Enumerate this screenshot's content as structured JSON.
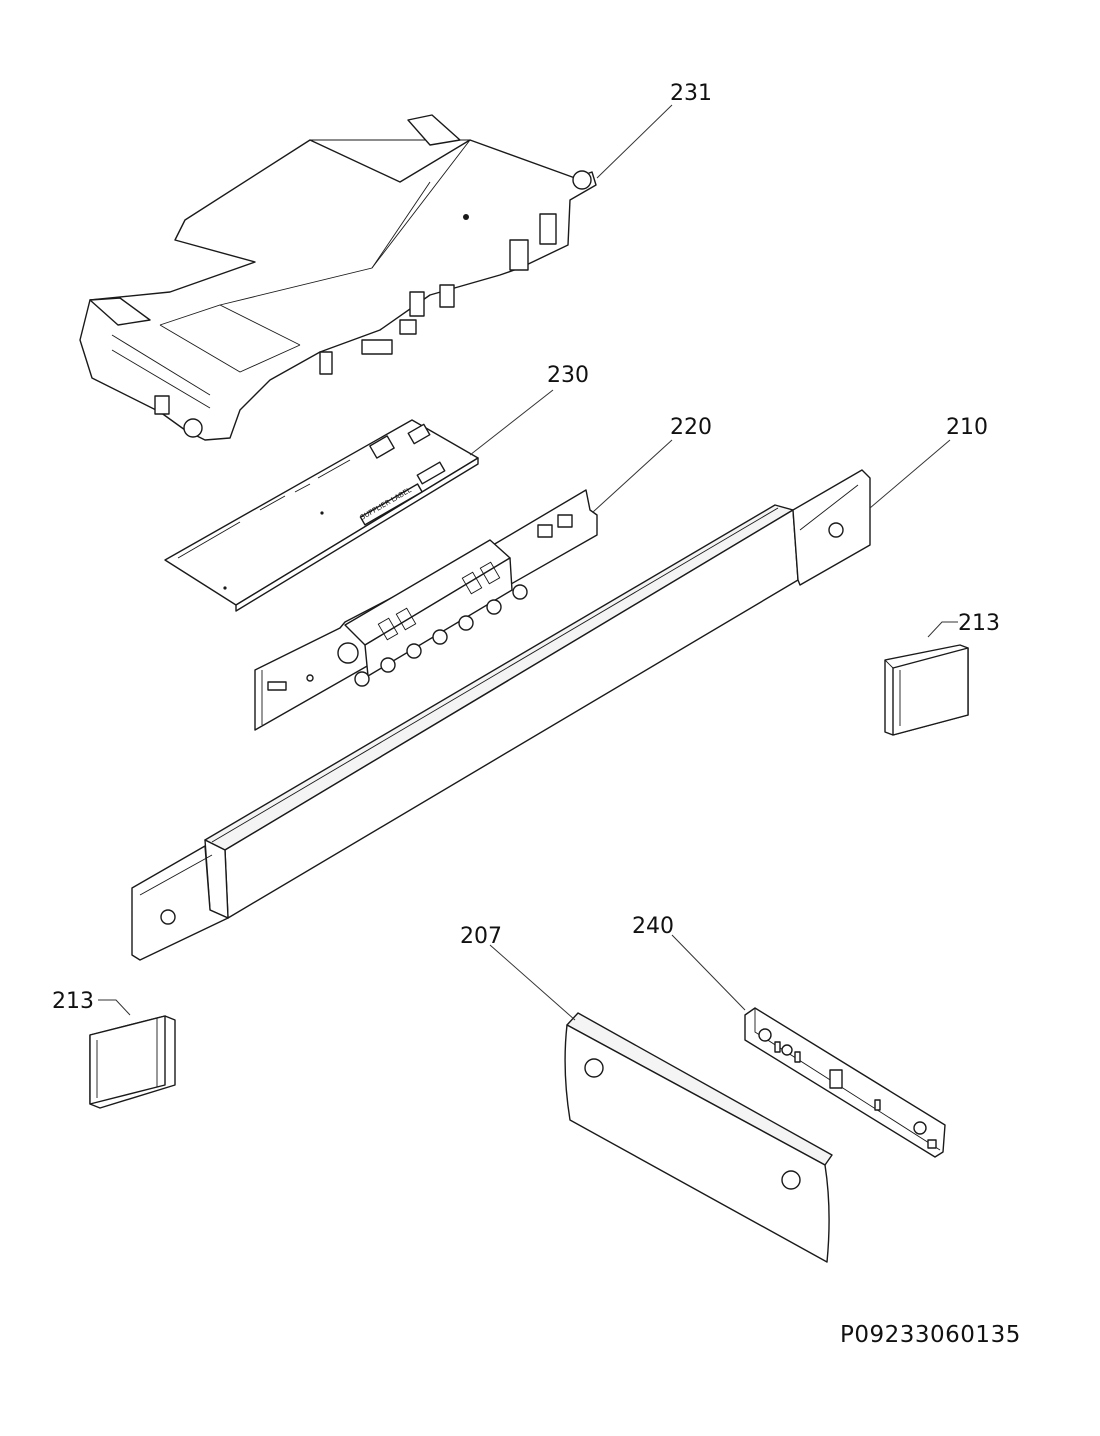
{
  "diagram": {
    "callouts": [
      {
        "id": "231",
        "label": "231"
      },
      {
        "id": "230",
        "label": "230"
      },
      {
        "id": "220",
        "label": "220"
      },
      {
        "id": "210",
        "label": "210"
      },
      {
        "id": "213-right",
        "label": "213"
      },
      {
        "id": "213-left",
        "label": "213"
      },
      {
        "id": "207",
        "label": "207"
      },
      {
        "id": "240",
        "label": "240"
      }
    ],
    "pcb_label": "SUPPLIER LABEL",
    "document_code": "P09233060135"
  },
  "colors": {
    "line": "#1a1a1a",
    "background": "#ffffff"
  }
}
